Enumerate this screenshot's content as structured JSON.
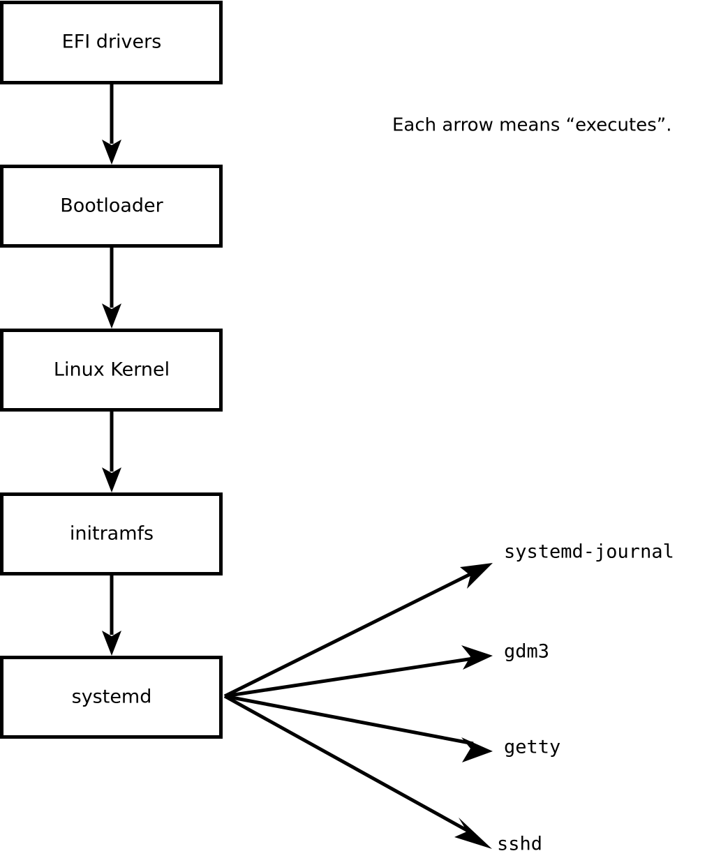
{
  "diagram": {
    "title_note": "Each arrow means “executes”.",
    "colors": {
      "stroke": "#000000",
      "fill": "#ffffff",
      "background": "#ffffff"
    },
    "boot_chain": [
      {
        "id": "efi-drivers",
        "label": "EFI drivers"
      },
      {
        "id": "bootloader",
        "label": "Bootloader"
      },
      {
        "id": "linux-kernel",
        "label": "Linux Kernel"
      },
      {
        "id": "initramfs",
        "label": "initramfs"
      },
      {
        "id": "systemd",
        "label": "systemd"
      }
    ],
    "services": [
      {
        "id": "systemd-journal",
        "label": "systemd-journal"
      },
      {
        "id": "gdm3",
        "label": "gdm3"
      },
      {
        "id": "getty",
        "label": "getty"
      },
      {
        "id": "sshd",
        "label": "sshd"
      }
    ],
    "edges": [
      {
        "from": "EFI drivers",
        "to": "Bootloader",
        "relation": "executes"
      },
      {
        "from": "Bootloader",
        "to": "Linux Kernel",
        "relation": "executes"
      },
      {
        "from": "Linux Kernel",
        "to": "initramfs",
        "relation": "executes"
      },
      {
        "from": "initramfs",
        "to": "systemd",
        "relation": "executes"
      },
      {
        "from": "systemd",
        "to": "systemd-journal",
        "relation": "executes"
      },
      {
        "from": "systemd",
        "to": "gdm3",
        "relation": "executes"
      },
      {
        "from": "systemd",
        "to": "getty",
        "relation": "executes"
      },
      {
        "from": "systemd",
        "to": "sshd",
        "relation": "executes"
      }
    ]
  }
}
